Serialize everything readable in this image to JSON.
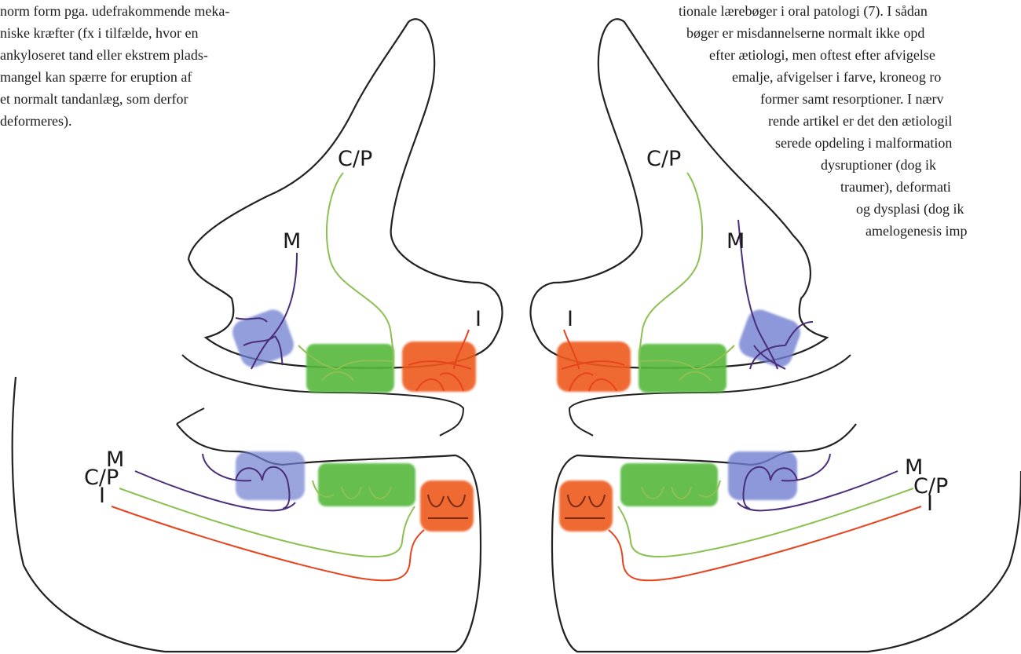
{
  "left_text": {
    "lines": [
      "norm form pga. udefrakommende meka-",
      "niske kræfter (fx i tilfælde, hvor en",
      "ankyloseret tand eller ekstrem plads-",
      "mangel kan spærre for eruption af",
      "et normalt tandanlæg, som derfor",
      "deformeres)."
    ]
  },
  "right_text": {
    "lines": [
      "tionale lærebøger i oral patologi (7). I sådan",
      "bøger er misdannelserne normalt ikke opd",
      "efter ætiologi, men oftest efter afvigelse",
      "emalje, afvigelser i farve, kroneog ro",
      "former samt resorptioner. I nærv",
      "rende artikel er det den ætiologil",
      "serede opdeling i malformation",
      "dysruptioner (dog ik",
      "traumer), deformati",
      "og dysplasi (dog ik",
      "amelogenesis imp"
    ]
  },
  "labels": {
    "upper_cp": "C/P",
    "upper_m": "M",
    "upper_i": "I",
    "lower_m": "M",
    "lower_cp": "C/P",
    "lower_i": "I"
  },
  "colors": {
    "molar_blue": "#6f7fd0",
    "canine_green": "#55b83a",
    "incisor_orange": "#ee5a1f",
    "nerve_purple": "#4a2e7a",
    "nerve_green": "#8cc152",
    "nerve_red": "#e8431e",
    "outline": "#222222"
  }
}
